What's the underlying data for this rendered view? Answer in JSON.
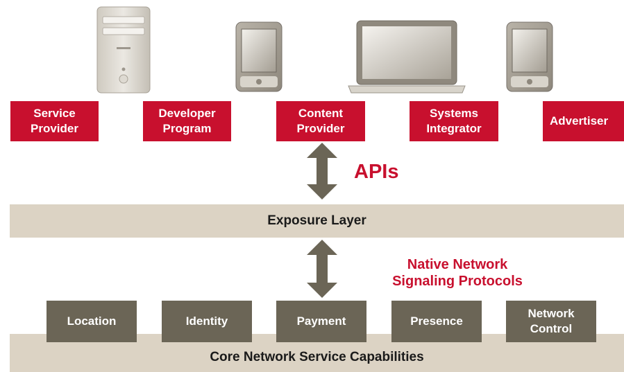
{
  "top_boxes": [
    "Service\nProvider",
    "Developer\nProgram",
    "Content\nProvider",
    "Systems\nIntegrator",
    "Advertiser"
  ],
  "apis_label": "APIs",
  "exposure_layer": "Exposure Layer",
  "protocols_label": "Native Network\nSignaling Protocols",
  "capabilities": [
    "Location",
    "Identity",
    "Payment",
    "Presence",
    "Network\nControl"
  ],
  "core_layer": "Core Network Service Capabilities",
  "colors": {
    "red": "#c8102e",
    "layer": "#dcd3c4",
    "capability": "#6b6556",
    "arrow": "#6b6556"
  },
  "icons": [
    "desktop-tower-icon",
    "pda-icon",
    "laptop-icon",
    "pda-icon"
  ]
}
